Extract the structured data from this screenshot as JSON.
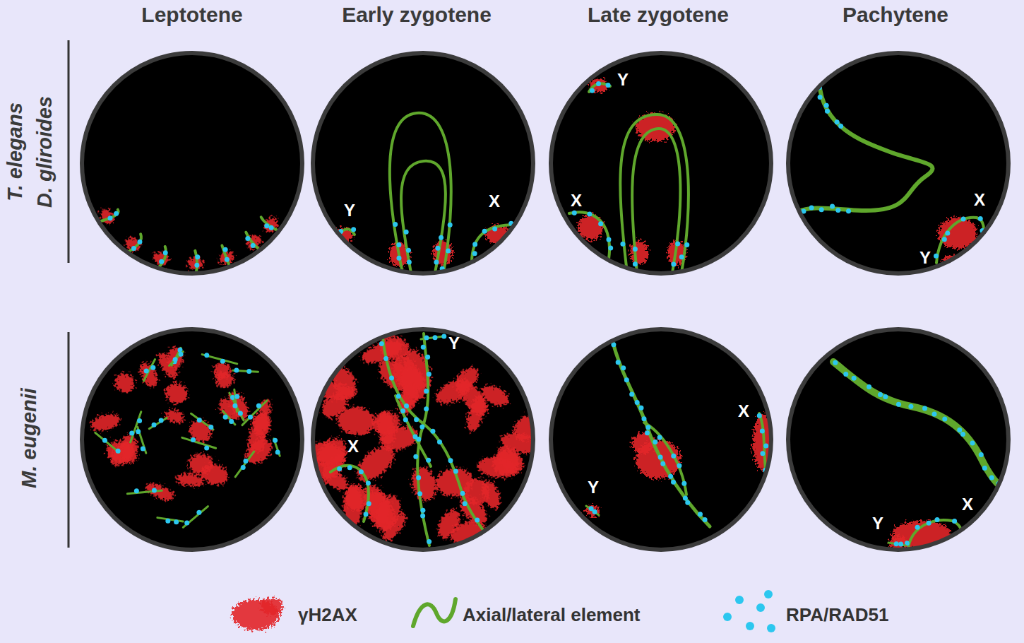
{
  "diagram": {
    "labels": [
      "Leptotene",
      "Early zygotene",
      "Late zygotene",
      "Pachytene",
      "T. elegans",
      "D. gliroides",
      "Y",
      "X",
      "Y",
      "X",
      "X",
      "Y",
      "M. eugenii",
      "Y",
      "X",
      "X",
      "Y",
      "Y",
      "X"
    ],
    "legend": [
      {
        "text": "γH2AX"
      },
      {
        "text": "Axial/lateral element"
      },
      {
        "text": "RPA/RAD51"
      }
    ]
  }
}
